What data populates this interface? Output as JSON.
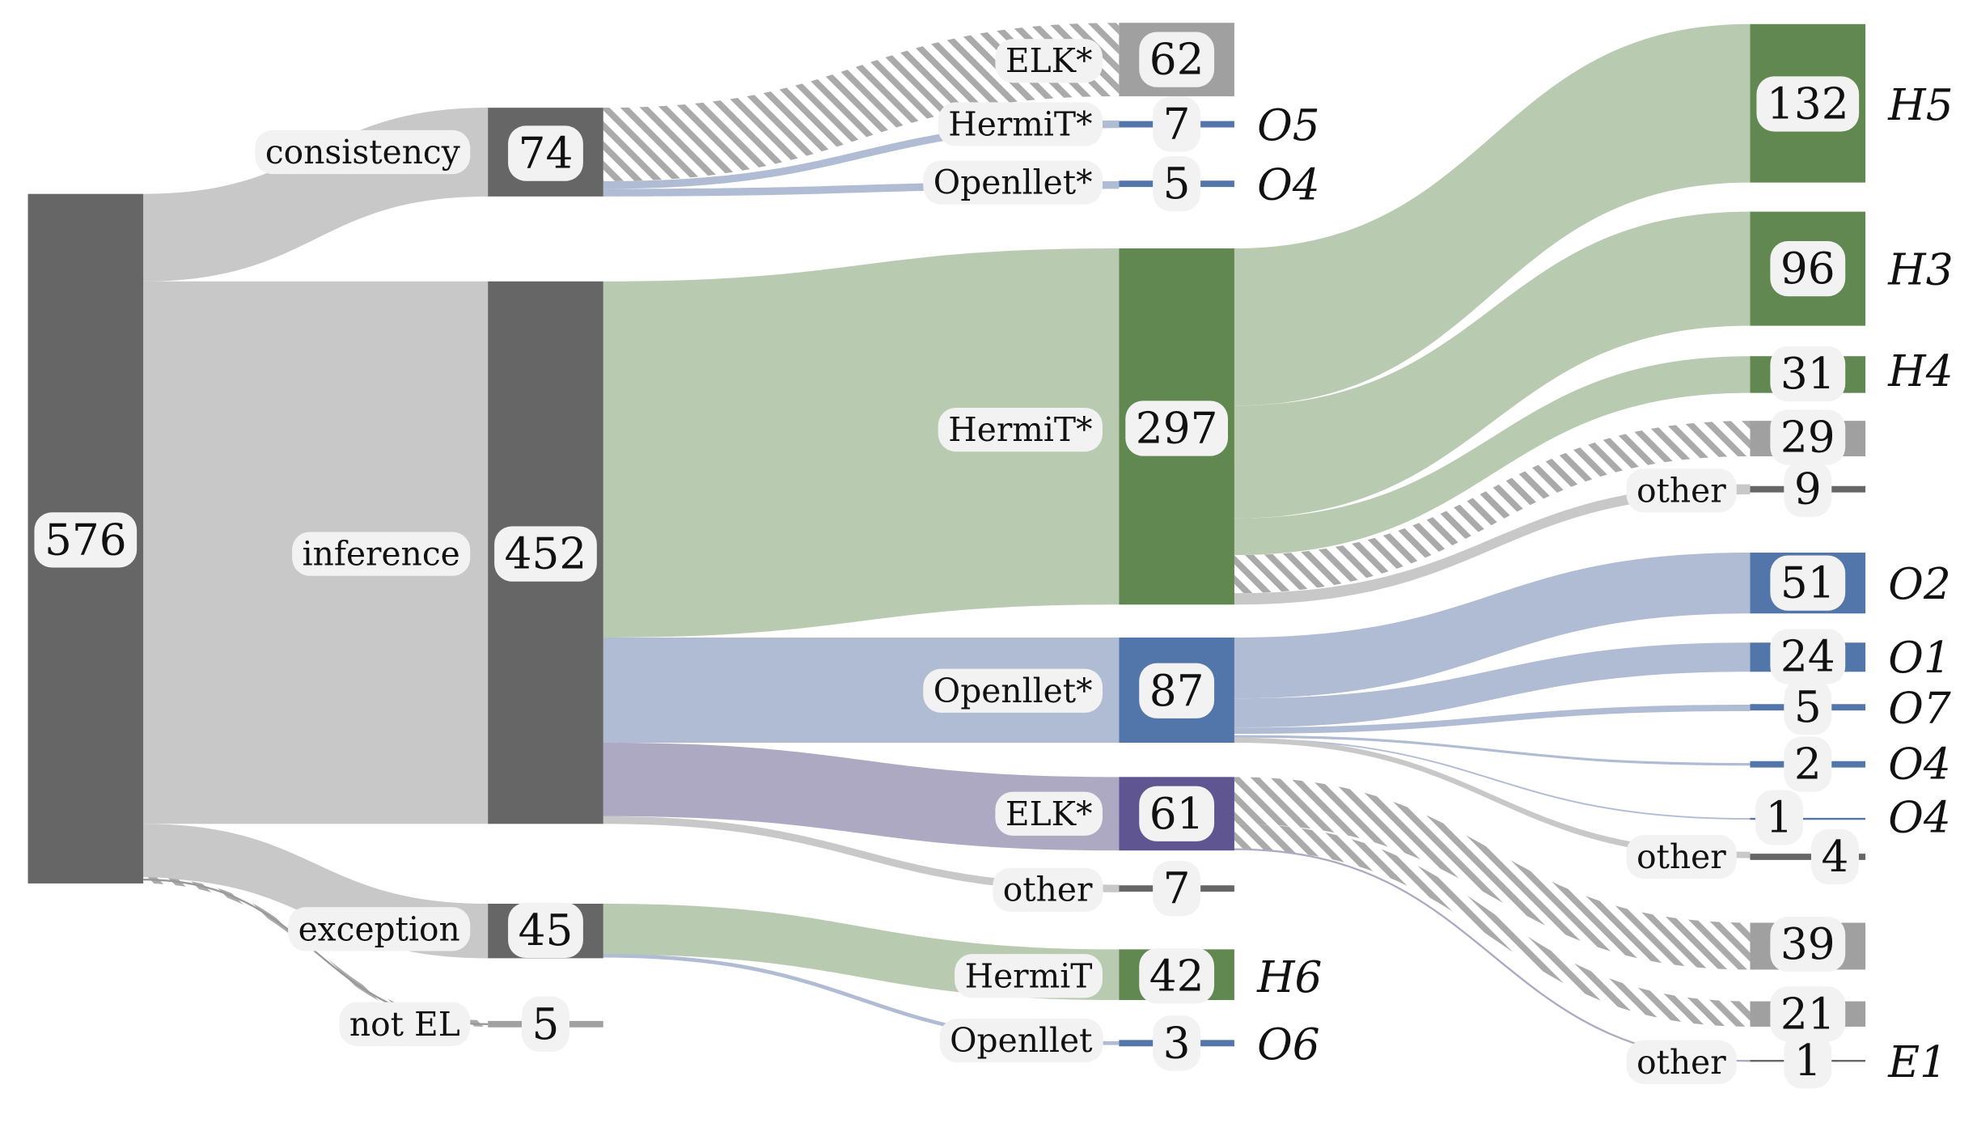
{
  "diagram": {
    "type": "sankey",
    "colors": {
      "node_dark": "#666666",
      "node_gray": "#a0a0a0",
      "link_gray": "#c8c8c8",
      "hermit_node": "#608850",
      "hermit_link": "#b8cbb0",
      "openllet_node": "#5275aa",
      "openllet_link": "#b0bcd4",
      "elk_node": "#5f5590",
      "elk_link": "#ada9c3",
      "hatch": "#aaaaaa",
      "pill_bg": "#f2f2f2"
    },
    "nodes": [
      {
        "id": "root",
        "value": "576"
      },
      {
        "id": "consistency",
        "label": "consistency",
        "value": "74"
      },
      {
        "id": "inference",
        "label": "inference",
        "value": "452"
      },
      {
        "id": "exception",
        "label": "exception",
        "value": "45"
      },
      {
        "id": "not_el",
        "label": "not EL",
        "value": "5"
      },
      {
        "id": "c_elk",
        "label": "ELK*",
        "value": "62"
      },
      {
        "id": "c_hermit",
        "label": "HermiT*",
        "value": "7",
        "tag": "O5"
      },
      {
        "id": "c_openllet",
        "label": "Openllet*",
        "value": "5",
        "tag": "O4"
      },
      {
        "id": "i_hermit",
        "label": "HermiT*",
        "value": "297"
      },
      {
        "id": "i_openllet",
        "label": "Openllet*",
        "value": "87"
      },
      {
        "id": "i_elk",
        "label": "ELK*",
        "value": "61"
      },
      {
        "id": "i_other",
        "label": "other",
        "value": "7"
      },
      {
        "id": "e_hermit",
        "label": "HermiT",
        "value": "42",
        "tag": "H6"
      },
      {
        "id": "e_openllet",
        "label": "Openllet",
        "value": "3",
        "tag": "O6"
      },
      {
        "id": "h5",
        "value": "132",
        "tag": "H5"
      },
      {
        "id": "h3",
        "value": "96",
        "tag": "H3"
      },
      {
        "id": "h4",
        "value": "31",
        "tag": "H4"
      },
      {
        "id": "h_hatch",
        "value": "29"
      },
      {
        "id": "h_other",
        "label": "other",
        "value": "9"
      },
      {
        "id": "o2",
        "value": "51",
        "tag": "O2"
      },
      {
        "id": "o1",
        "value": "24",
        "tag": "O1"
      },
      {
        "id": "o7",
        "value": "5",
        "tag": "O7"
      },
      {
        "id": "o4a",
        "value": "2",
        "tag": "O4"
      },
      {
        "id": "o4b",
        "value": "1",
        "tag": "O4"
      },
      {
        "id": "o_other",
        "label": "other",
        "value": "4"
      },
      {
        "id": "e_hatch39",
        "value": "39"
      },
      {
        "id": "e_hatch21",
        "value": "21"
      },
      {
        "id": "e_other",
        "label": "other",
        "value": "1",
        "tag": "E1"
      }
    ]
  }
}
